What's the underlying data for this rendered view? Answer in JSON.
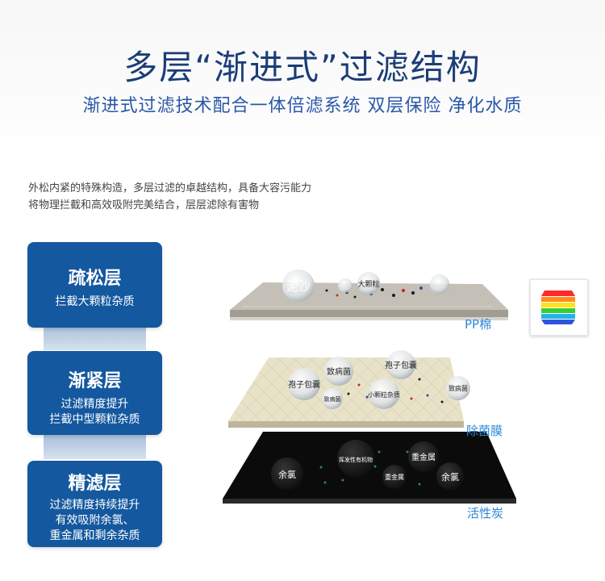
{
  "header": {
    "title": "多层“渐进式”过滤结构",
    "subtitle": "渐进式过滤技术配合一体倍滤系统 双层保险 净化水质"
  },
  "description": {
    "line1": "外松内紧的特殊构造，多层过滤的卓越结构，具备大容污能力",
    "line2": "将物理拦截和高效吸附完美结合，层层滤除有害物"
  },
  "layers": [
    {
      "title": "疏松层",
      "lines": [
        "拦截大颗粒杂质"
      ],
      "material": "PP棉"
    },
    {
      "title": "渐紧层",
      "lines": [
        "过滤精度提升",
        "拦截中型颗粒杂质"
      ],
      "material": "除菌膜"
    },
    {
      "title": "精滤层",
      "lines": [
        "过滤精度持续提升",
        "有效吸附余氯、",
        "重金属和剩余杂质"
      ],
      "material": "活性炭"
    }
  ],
  "particles": {
    "pp": [
      "泥沙",
      "大颗粒"
    ],
    "membrane": [
      "致病菌",
      "孢子包囊",
      "致病菌",
      "小颗粒杂质",
      "致病菌",
      "孢子包囊"
    ],
    "carbon": [
      "余氯",
      "挥发性有机物",
      "重金属",
      "重金属",
      "余氯"
    ]
  },
  "colors": {
    "card_blue": "#14589f",
    "title_blue": "#1b3d78",
    "subtitle_blue": "#2a57a7",
    "label_blue": "#2c86d7",
    "carbon_black": "#0b0b0b",
    "membrane_beige": "#e7e1c6"
  },
  "icons": {
    "legend": "rainbow-layers-icon"
  }
}
